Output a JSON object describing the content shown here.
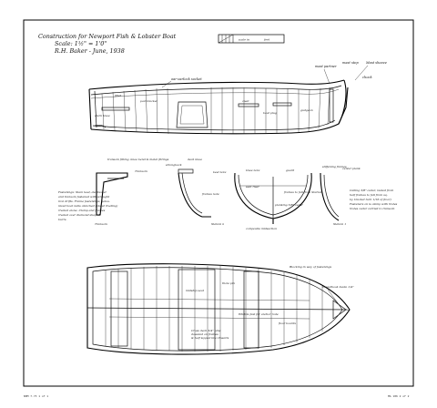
{
  "title": {
    "line1": "Construction for Newport Fish & Lobster Boat",
    "line2": "Scale: 1½\" = 1'0\"",
    "line3": "R.H. Baker - June, 1938"
  },
  "scale_bar": {
    "label": "scale in",
    "unit": "feet"
  },
  "profile_notes": {
    "oar_socket": "oar-oarlock socket",
    "mast_partner": "mast partner",
    "mast_step": "mast step",
    "chock": "chock",
    "mast_sheave": "Mast sheave",
    "fillet": "fillet",
    "cleat": "cleat",
    "stern_knee": "stern knee",
    "boat_plug": "boat plug",
    "gudgeon": "gudgeon",
    "pad_bracket": "pad bracket"
  },
  "section_notes": {
    "transom_knee": "transom fitting, knee bend & metal fittings",
    "transom": "Transom",
    "transom_label": "Transom",
    "strongback": "strongback",
    "deck_knee": "deck knee",
    "keel_note": "keel note",
    "frames_note": "frames note",
    "seat_riser": "seat riser",
    "knee_note": "knee note",
    "guard": "guard",
    "frames_station": "frames to fall from Station",
    "planking": "planking 5/8\" cedar",
    "station_n": "Station n",
    "composite": "composite midsection",
    "station_1": "Station 1",
    "stiff_frames": "stiffening frames",
    "center_plank": "center plank"
  },
  "fastenings": {
    "text_lines": [
      "Fastenings: Stem keel, deadwood",
      "and transom fastened with wrought",
      "iron drifts. Frame fastenings; galva-",
      "nized boat nails clenched (about riveting)",
      "riveted alone. Clamp and frames",
      "riveted over diamond shaped",
      "burrs."
    ]
  },
  "right_note": {
    "text_lines": [
      "Ceiling 3/8\" cedar, rested from",
      "half frames to fall from sq.",
      "by bracket turn 1/16 of floor)",
      "Fasteners on is clamp with Notes",
      "Notes cedar carried to transom"
    ]
  },
  "plan_notes": {
    "ribbing": "Blocking in way of fastenings",
    "breasthook": "breasthook made 1/4\"",
    "thole": "thole pin",
    "floor_boards": "floor boards",
    "midship_seat": "midship seat",
    "whittle": "Whittle fast for anchor rode",
    "cross_deck": "Cross deck 3/4\" pine",
    "cross_deck_2": "doweled on frames",
    "cross_deck_3": "& half lapped into thwarts"
  },
  "footer": {
    "left": "NHM 7.73   1 of 1",
    "right": "MA 186   2 of 2"
  }
}
